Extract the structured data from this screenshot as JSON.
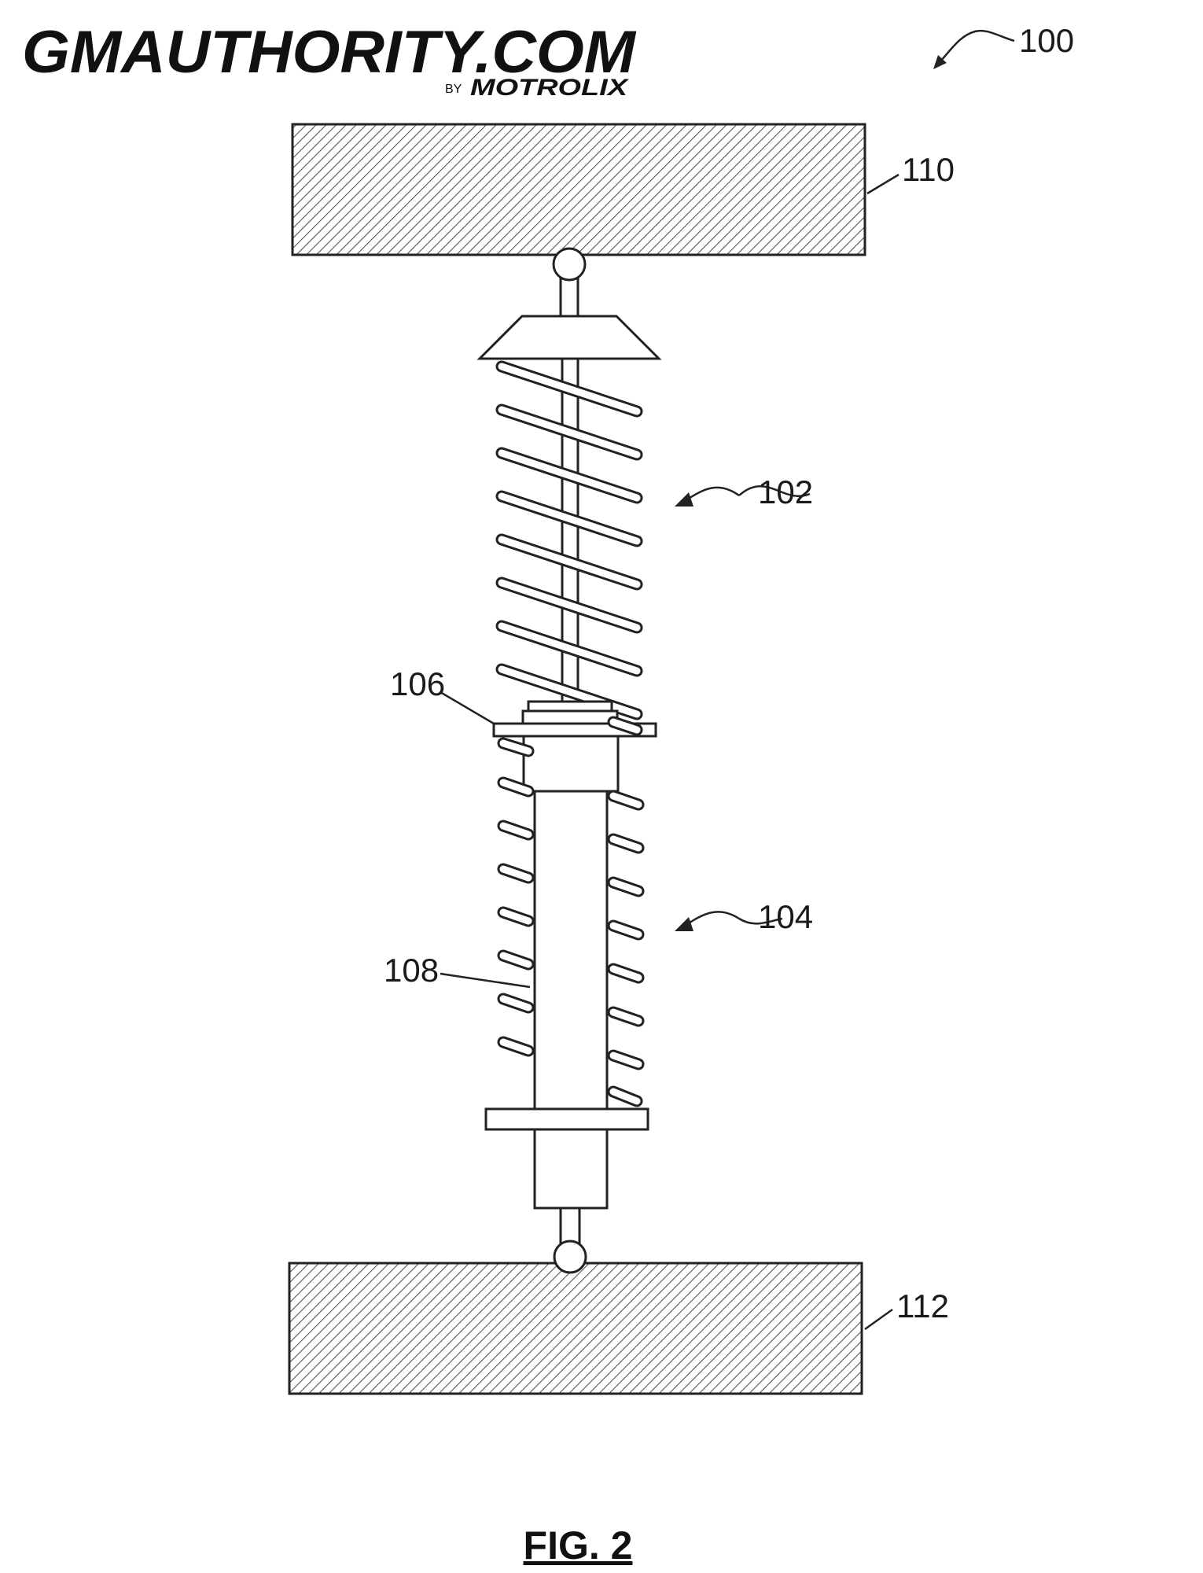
{
  "logo": {
    "main": "GMAUTHORITY.COM",
    "by": "BY",
    "brand": "MOTROLIX"
  },
  "labels": {
    "assembly": "100",
    "upper_spring": "102",
    "lower_spring": "104",
    "spring_seat": "106",
    "damper_body": "108",
    "upper_mount": "110",
    "lower_mount": "112"
  },
  "caption": "FIG. 2",
  "colors": {
    "line": "#222222",
    "background": "#ffffff"
  }
}
